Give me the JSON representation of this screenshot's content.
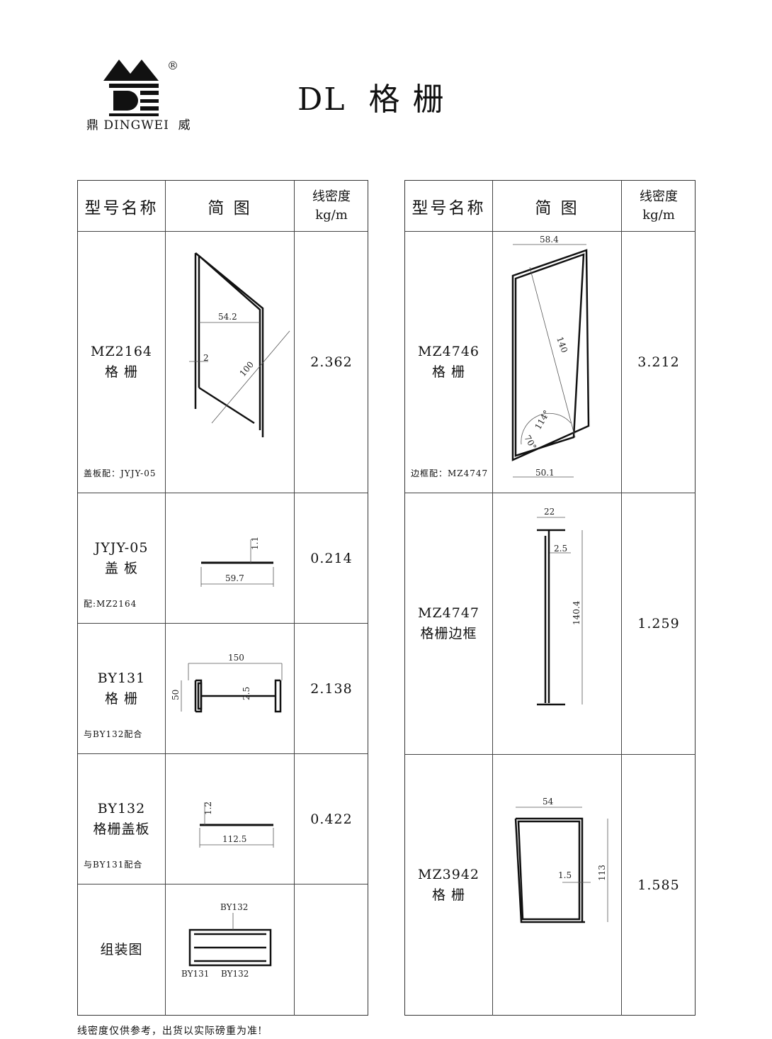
{
  "header": {
    "brand_left": "鼎",
    "brand_name": "DINGWEI",
    "brand_right": "威",
    "logo_text": "DE",
    "registered": "®",
    "title": "DL  格 栅"
  },
  "columns": {
    "model": "型号名称",
    "diagram": "简 图",
    "density_l1": "线密度",
    "density_l2": "kg/m"
  },
  "left": [
    {
      "code": "MZ2164",
      "name": "格 栅",
      "note": "盖板配：JYJY-05",
      "density": "2.362",
      "dims": [
        "54.2",
        "2",
        "100"
      ]
    },
    {
      "code": "JYJY-05",
      "name": "盖 板",
      "note": "配:MZ2164",
      "density": "0.214",
      "dims": [
        "1.1",
        "59.7"
      ]
    },
    {
      "code": "BY131",
      "name": "格 栅",
      "note": "与BY132配合",
      "density": "2.138",
      "dims": [
        "150",
        "50",
        "2.5"
      ]
    },
    {
      "code": "BY132",
      "name": "格栅盖板",
      "note": "与BY131配合",
      "density": "0.422",
      "dims": [
        "1.2",
        "112.5"
      ]
    },
    {
      "code": "",
      "name": "组装图",
      "note": "",
      "density": "",
      "dims": [
        "BY132",
        "BY131",
        "BY132"
      ]
    }
  ],
  "right": [
    {
      "code": "MZ4746",
      "name": "格 栅",
      "note": "边框配：MZ4747",
      "density": "3.212",
      "dims": [
        "58.4",
        "140",
        "70°",
        "114°",
        "50.1"
      ]
    },
    {
      "code": "MZ4747",
      "name": "格栅边框",
      "note": "",
      "density": "1.259",
      "dims": [
        "22",
        "2.5",
        "140.4"
      ]
    },
    {
      "code": "MZ3942",
      "name": "格 栅",
      "note": "",
      "density": "1.585",
      "dims": [
        "54",
        "1.5",
        "113"
      ]
    }
  ],
  "footer": "线密度仅供参考，出货以实际磅重为准!"
}
